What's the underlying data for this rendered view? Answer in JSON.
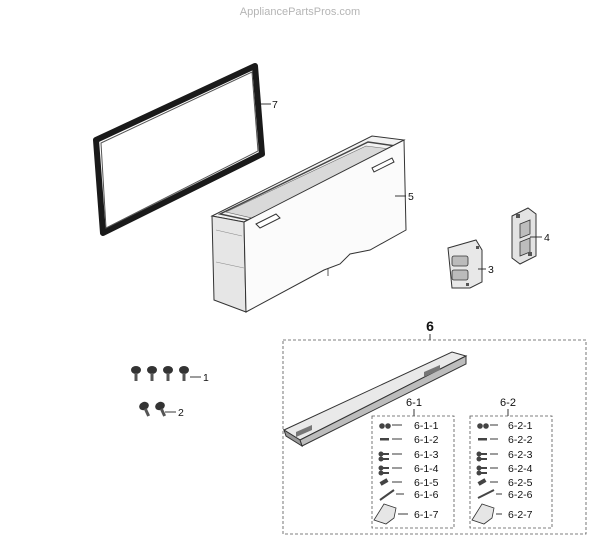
{
  "watermark": "AppliancePartsPros.com",
  "callouts": {
    "p7": "7",
    "p5": "5",
    "p4": "4",
    "p3": "3",
    "p6": "6",
    "p1": "1",
    "p2": "2"
  },
  "group_6_1": {
    "title": "6-1",
    "items": [
      "6-1-1",
      "6-1-2",
      "6-1-3",
      "6-1-4",
      "6-1-5",
      "6-1-6",
      "6-1-7"
    ]
  },
  "group_6_2": {
    "title": "6-2",
    "items": [
      "6-2-1",
      "6-2-2",
      "6-2-3",
      "6-2-4",
      "6-2-5",
      "6-2-6",
      "6-2-7"
    ]
  }
}
